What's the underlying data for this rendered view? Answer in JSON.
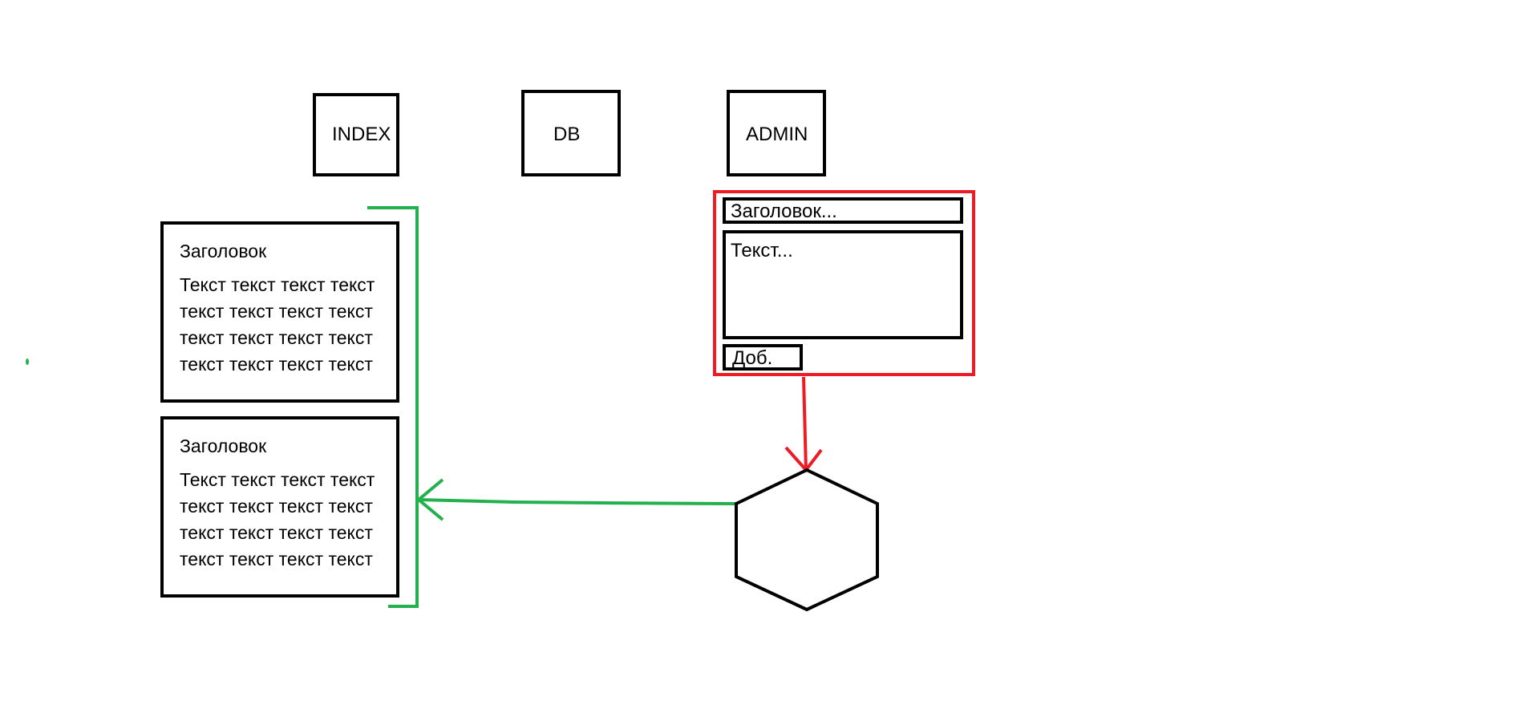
{
  "nodes": {
    "index": "INDEX",
    "db": "DB",
    "admin": "ADMIN"
  },
  "cards": [
    {
      "title": "Заголовок",
      "lines": [
        "Текст текст текст текст",
        "текст текст текст текст",
        "текст текст текст текст",
        "текст текст текст текст"
      ]
    },
    {
      "title": "Заголовок",
      "lines": [
        "Текст текст текст текст",
        "текст текст текст текст",
        "текст текст текст текст",
        "текст текст текст текст"
      ]
    }
  ],
  "admin_form": {
    "title_placeholder": "Заголовок...",
    "text_placeholder": "Текст...",
    "add_button": "Доб."
  },
  "colors": {
    "stroke": "#000000",
    "green": "#22b14c",
    "red": "#ed1c24"
  }
}
